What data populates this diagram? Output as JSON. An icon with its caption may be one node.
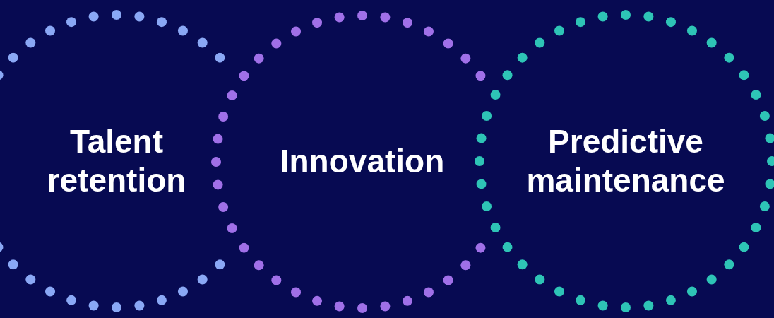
{
  "diagram": {
    "nodes": [
      {
        "text": [
          "Talent retention"
        ]
      },
      {
        "text": [
          "Innovation"
        ]
      },
      {
        "text": [
          "Predictive maintenance"
        ]
      }
    ]
  }
}
